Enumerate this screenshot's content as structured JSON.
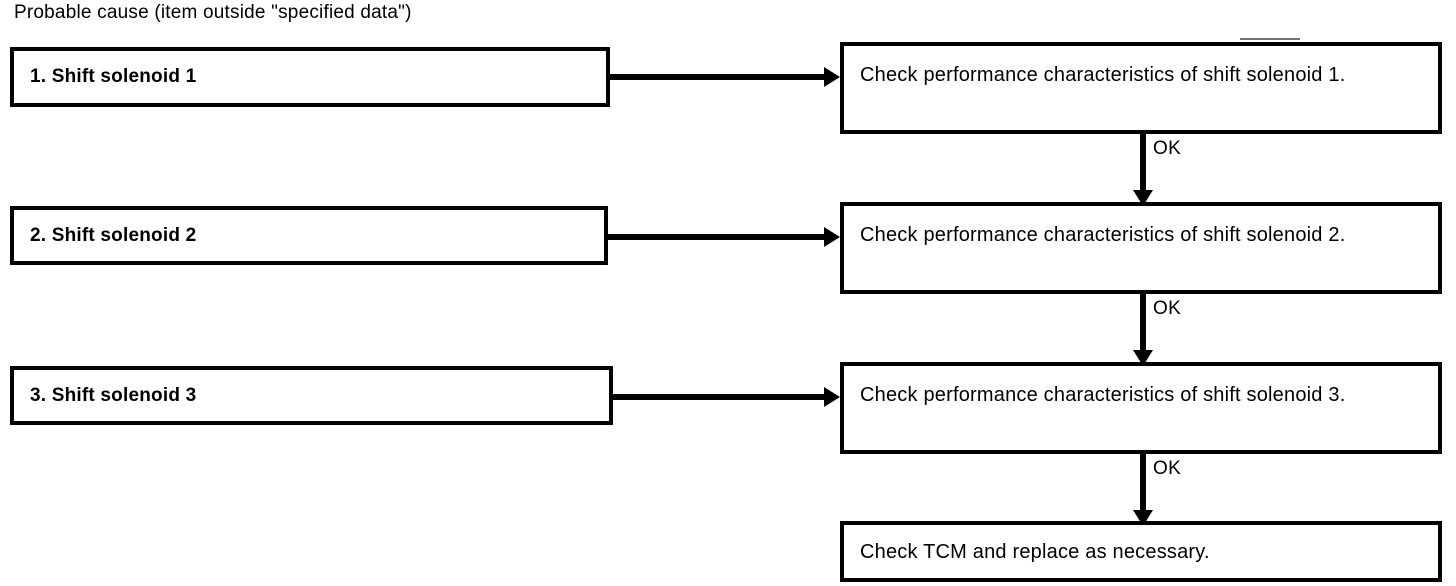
{
  "heading": "Probable cause (item outside \"specified data\")",
  "causes": [
    {
      "label": "1. Shift solenoid 1"
    },
    {
      "label": "2. Shift solenoid 2"
    },
    {
      "label": "3. Shift solenoid 3"
    }
  ],
  "actions": [
    {
      "label": "Check performance characteristics of shift solenoid 1."
    },
    {
      "label": "Check performance characteristics of shift solenoid 2."
    },
    {
      "label": "Check performance characteristics of shift solenoid 3."
    },
    {
      "label": "Check TCM and replace as necessary."
    }
  ],
  "connectors": {
    "ok_labels": [
      "OK",
      "OK",
      "OK"
    ]
  },
  "colors": {
    "ink": "#000000",
    "paper": "#ffffff"
  }
}
